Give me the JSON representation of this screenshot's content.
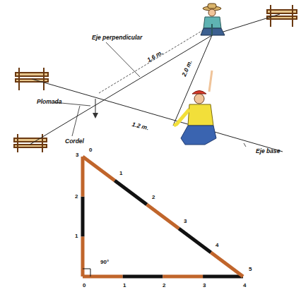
{
  "diagram": {
    "labels": [
      "Eje perpendicular",
      "1.6 m.",
      "2.0 m.",
      "Plomada",
      "1.2 m.",
      "Cordel",
      "Eje base",
      "0",
      "3",
      "1",
      "2",
      "2",
      "3",
      "1",
      "4",
      "90°",
      "5",
      "0",
      "1",
      "2",
      "3",
      "4"
    ]
  }
}
